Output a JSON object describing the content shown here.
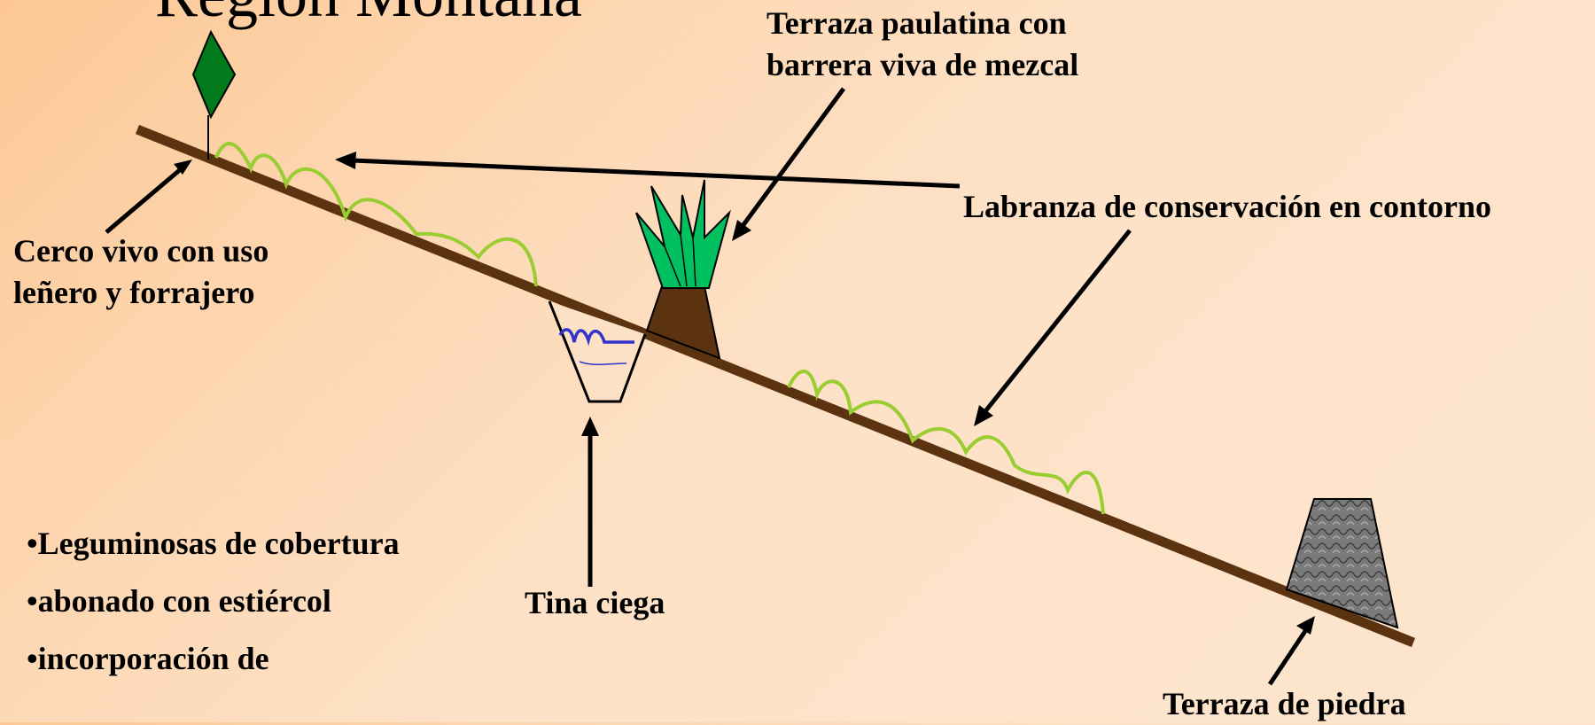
{
  "title": "Región Montaña",
  "labels": {
    "terraza_paulatina": [
      "Terraza paulatina con",
      "barrera viva de mezcal"
    ],
    "labranza": "Labranza de conservación en contorno",
    "cerco": [
      "Cerco  vivo con uso",
      "leñero y forrajero"
    ],
    "tina": "Tina ciega",
    "terraza_piedra": "Terraza de piedra"
  },
  "bullets": [
    "•Leguminosas de cobertura",
    "•abonado con estiércol",
    "•incorporación de"
  ],
  "colors": {
    "slope": "#5b3310",
    "grass": "#9acd32",
    "mezcal": "#00c060",
    "terrace_soil": "#5b3310",
    "tree": "#007a1a",
    "water": "#3333cc",
    "stone": "#808080",
    "arrow": "#000000"
  }
}
